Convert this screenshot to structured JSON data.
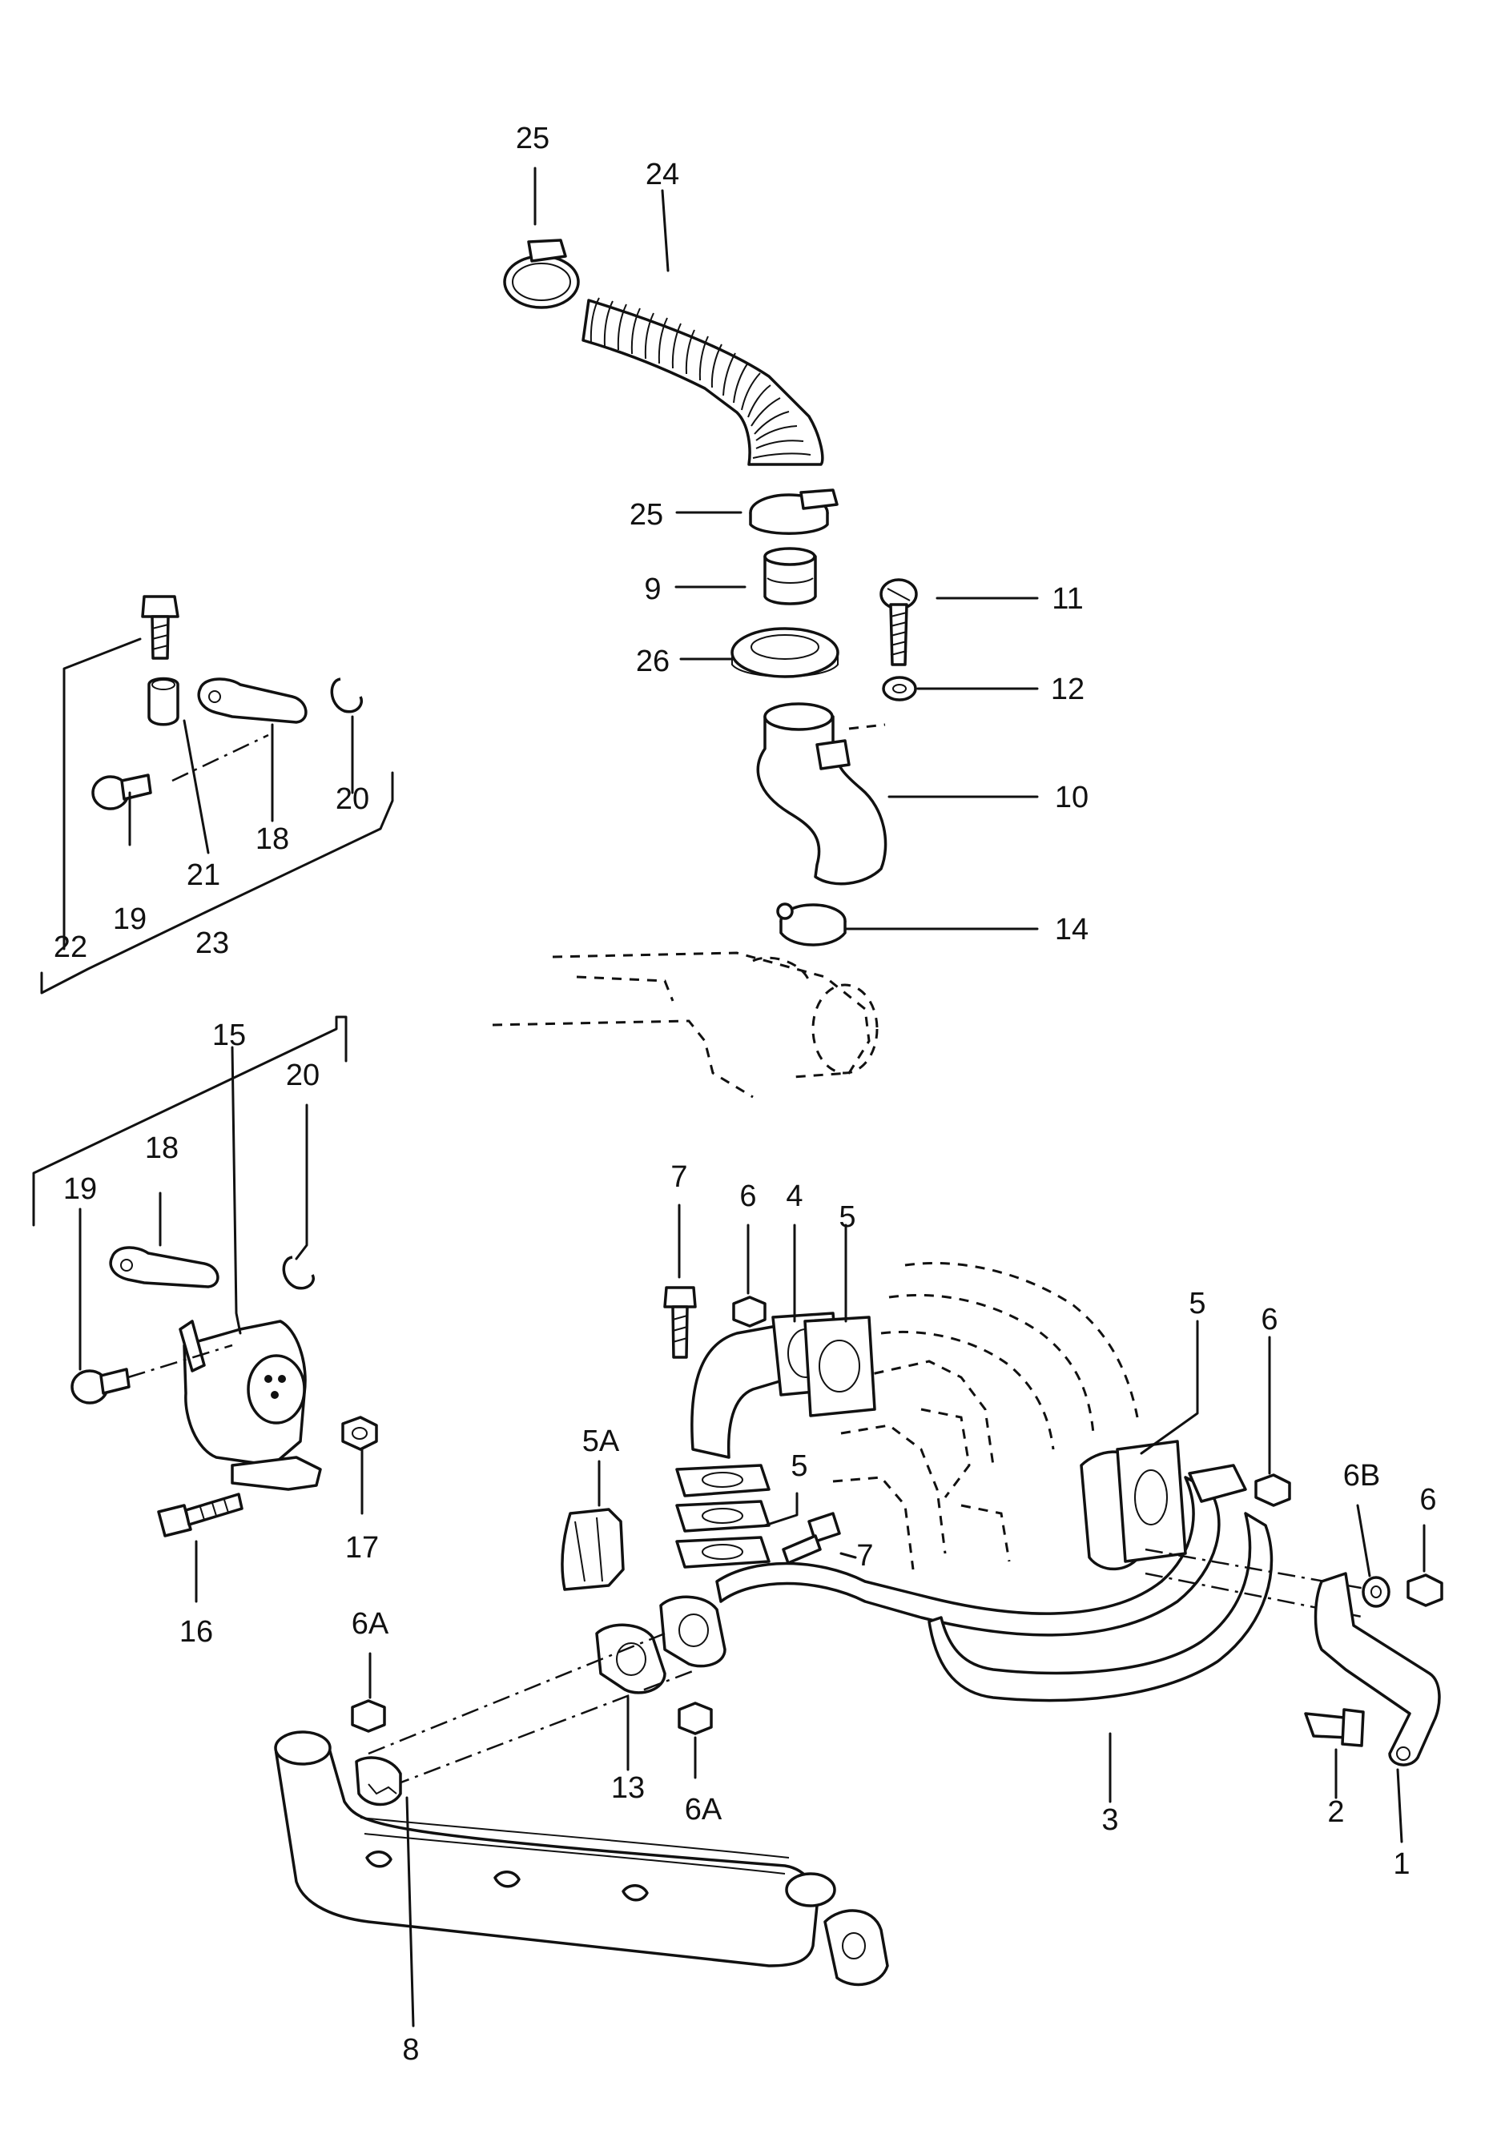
{
  "callouts": [
    {
      "id": "c25a",
      "text": "25"
    },
    {
      "id": "c24",
      "text": "24"
    },
    {
      "id": "c25b",
      "text": "25"
    },
    {
      "id": "c9",
      "text": "9"
    },
    {
      "id": "c26",
      "text": "26"
    },
    {
      "id": "c11",
      "text": "11"
    },
    {
      "id": "c12",
      "text": "12"
    },
    {
      "id": "c10",
      "text": "10"
    },
    {
      "id": "c14",
      "text": "14"
    },
    {
      "id": "c22",
      "text": "22"
    },
    {
      "id": "c19a",
      "text": "19"
    },
    {
      "id": "c21",
      "text": "21"
    },
    {
      "id": "c18a",
      "text": "18"
    },
    {
      "id": "c20a",
      "text": "20"
    },
    {
      "id": "c23",
      "text": "23"
    },
    {
      "id": "c15",
      "text": "15"
    },
    {
      "id": "c20b",
      "text": "20"
    },
    {
      "id": "c18b",
      "text": "18"
    },
    {
      "id": "c19b",
      "text": "19"
    },
    {
      "id": "c17",
      "text": "17"
    },
    {
      "id": "c16",
      "text": "16"
    },
    {
      "id": "c7a",
      "text": "7"
    },
    {
      "id": "c6a",
      "text": "6"
    },
    {
      "id": "c4",
      "text": "4"
    },
    {
      "id": "c5a",
      "text": "5"
    },
    {
      "id": "c5A",
      "text": "5A"
    },
    {
      "id": "c5b",
      "text": "5"
    },
    {
      "id": "c7b",
      "text": "7"
    },
    {
      "id": "c5c",
      "text": "5"
    },
    {
      "id": "c6b",
      "text": "6"
    },
    {
      "id": "c6B",
      "text": "6B"
    },
    {
      "id": "c6c",
      "text": "6"
    },
    {
      "id": "c6Aa",
      "text": "6A"
    },
    {
      "id": "c13",
      "text": "13"
    },
    {
      "id": "c6Ab",
      "text": "6A"
    },
    {
      "id": "c3",
      "text": "3"
    },
    {
      "id": "c2",
      "text": "2"
    },
    {
      "id": "c1",
      "text": "1"
    },
    {
      "id": "c8",
      "text": "8"
    }
  ]
}
